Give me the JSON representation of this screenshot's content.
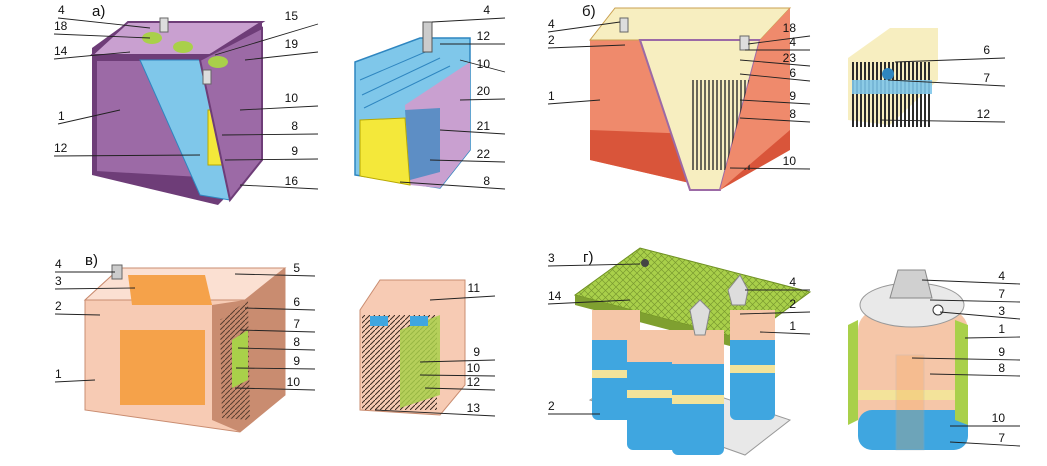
{
  "colors": {
    "purple": "#9c6aa6",
    "purple_dark": "#6e3d78",
    "purple_light": "#c9a0d0",
    "blue": "#7fc7ea",
    "blue_dark": "#2f86c0",
    "yellow": "#f4e83a",
    "salmon": "#ef8a6c",
    "cream": "#f7eec0",
    "pink": "#f7cbb4",
    "orange": "#f5a24a",
    "green": "#a9d04a",
    "cyl_blue": "#3fa6e0",
    "cyl_pink": "#f5c6a8",
    "cyl_yellow": "#f3e39a"
  },
  "sections": {
    "a": "а)",
    "b": "б)",
    "v": "в)",
    "g": "г)"
  },
  "labels": {
    "a1": [
      "4",
      "18",
      "14",
      "1",
      "12"
    ],
    "a2": [
      "15",
      "19",
      "10",
      "8",
      "9",
      "16"
    ],
    "a3": [
      "4",
      "12",
      "10",
      "20",
      "21",
      "22",
      "8"
    ],
    "b1": [
      "4",
      "2",
      "1"
    ],
    "b2": [
      "18",
      "4",
      "23",
      "6",
      "9",
      "8",
      "10"
    ],
    "b3": [
      "6",
      "7",
      "12"
    ],
    "v1": [
      "4",
      "3",
      "2",
      "1"
    ],
    "v2": [
      "5",
      "6",
      "7",
      "8",
      "9",
      "10"
    ],
    "v3": [
      "11",
      "9",
      "10",
      "12",
      "13"
    ],
    "g1": [
      "3",
      "14",
      "2"
    ],
    "g2": [
      "4",
      "2",
      "1"
    ],
    "g3": [
      "4",
      "7",
      "3",
      "1",
      "9",
      "8",
      "10",
      "7"
    ]
  }
}
